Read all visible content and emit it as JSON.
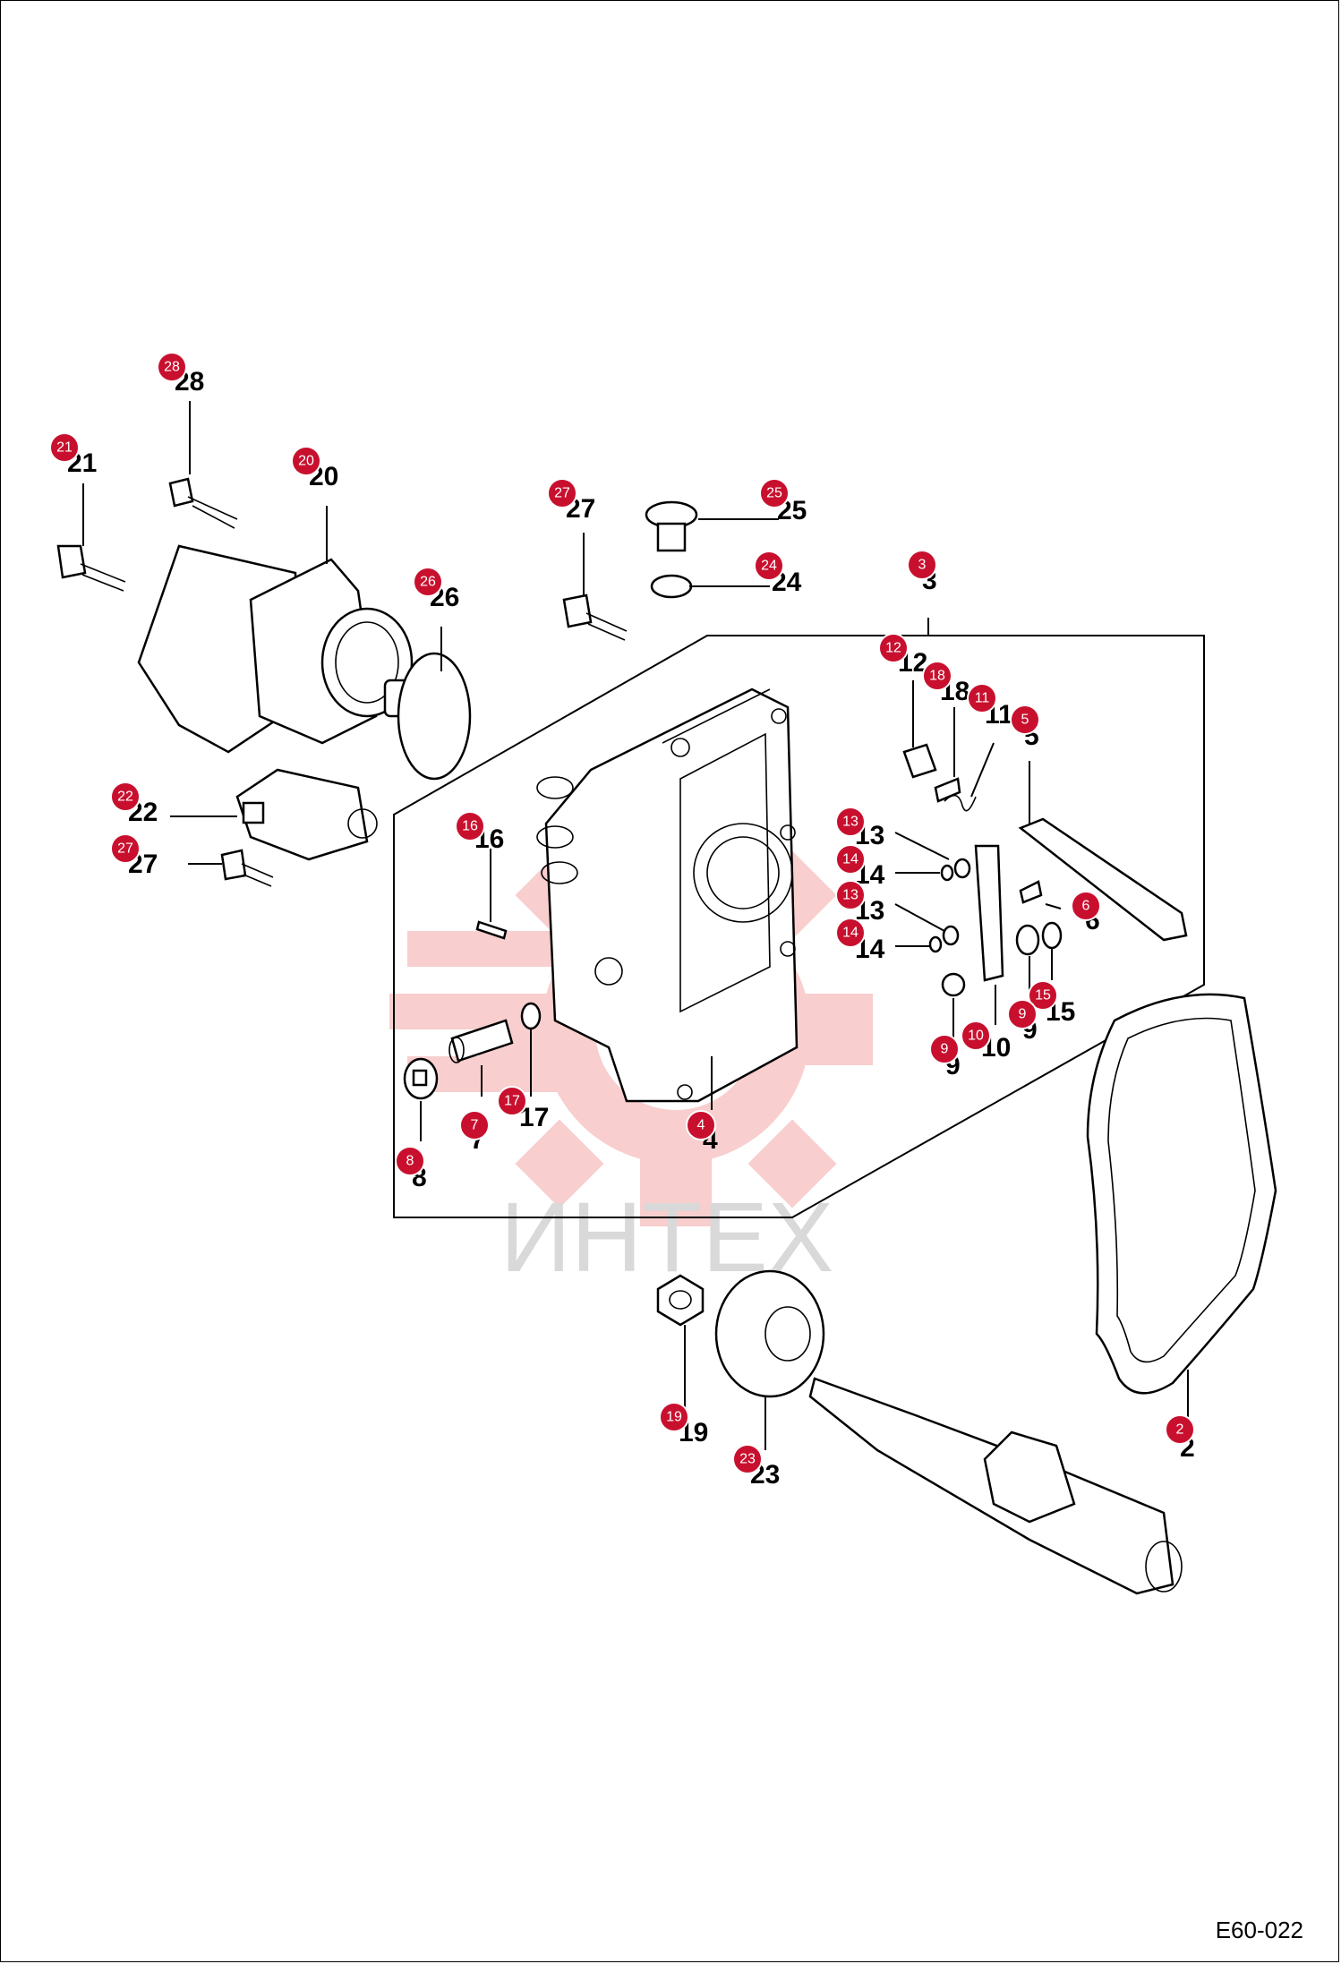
{
  "diagram_code": "E60-022",
  "watermark": "ИНТЕХ",
  "colors": {
    "badge": "#c8102e",
    "watermark": "#f2b8b8",
    "watermark_text": "#d9d9d9",
    "line": "#000000"
  },
  "parts": [
    {
      "id": "28",
      "label": "28",
      "badge": "28"
    },
    {
      "id": "21",
      "label": "21",
      "badge": "21"
    },
    {
      "id": "20",
      "label": "20",
      "badge": "20"
    },
    {
      "id": "27a",
      "label": "27",
      "badge": "27"
    },
    {
      "id": "25",
      "label": "25",
      "badge": "25"
    },
    {
      "id": "24",
      "label": "24",
      "badge": "24"
    },
    {
      "id": "3",
      "label": "3",
      "badge": "3"
    },
    {
      "id": "26",
      "label": "26",
      "badge": "26"
    },
    {
      "id": "12",
      "label": "12",
      "badge": "12"
    },
    {
      "id": "18",
      "label": "18",
      "badge": "18"
    },
    {
      "id": "11",
      "label": "11",
      "badge": "11"
    },
    {
      "id": "5",
      "label": "5",
      "badge": "5"
    },
    {
      "id": "22",
      "label": "22",
      "badge": "22"
    },
    {
      "id": "27b",
      "label": "27",
      "badge": "27"
    },
    {
      "id": "16",
      "label": "16",
      "badge": "16"
    },
    {
      "id": "13a",
      "label": "13",
      "badge": "13"
    },
    {
      "id": "14a",
      "label": "14",
      "badge": "14"
    },
    {
      "id": "13b",
      "label": "13",
      "badge": "13"
    },
    {
      "id": "14b",
      "label": "14",
      "badge": "14"
    },
    {
      "id": "6",
      "label": "6",
      "badge": "6"
    },
    {
      "id": "9a",
      "label": "9",
      "badge": "9"
    },
    {
      "id": "15",
      "label": "15",
      "badge": "15"
    },
    {
      "id": "9b",
      "label": "9",
      "badge": "9"
    },
    {
      "id": "10",
      "label": "10",
      "badge": "10"
    },
    {
      "id": "7",
      "label": "7",
      "badge": "7"
    },
    {
      "id": "17",
      "label": "17",
      "badge": "17"
    },
    {
      "id": "8",
      "label": "8",
      "badge": "8"
    },
    {
      "id": "4",
      "label": "4",
      "badge": "4"
    },
    {
      "id": "19",
      "label": "19",
      "badge": "19"
    },
    {
      "id": "23",
      "label": "23",
      "badge": "23"
    },
    {
      "id": "2",
      "label": "2",
      "badge": "2"
    }
  ]
}
